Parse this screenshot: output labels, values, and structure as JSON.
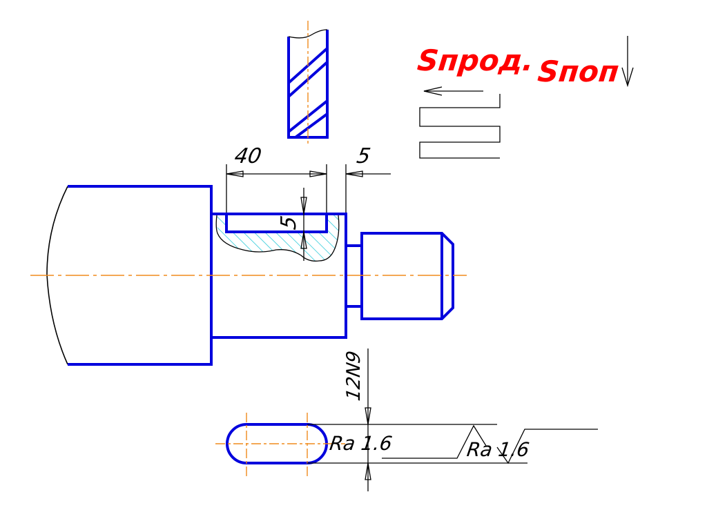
{
  "labels": {
    "feed_longitudinal": "Sпрод.",
    "feed_plunge": "Sпоп",
    "dim_length": "40",
    "dim_offset": "5",
    "dim_depth": "5",
    "dim_width": "12N9",
    "roughness_1": "Ra 1.6",
    "roughness_2": "Ra 1.6"
  },
  "colors": {
    "contour": "#0000dd",
    "axis": "#f08a1c",
    "hatch": "#22c8d8",
    "feed_text": "#ff0000",
    "thin_lines": "#000000"
  }
}
